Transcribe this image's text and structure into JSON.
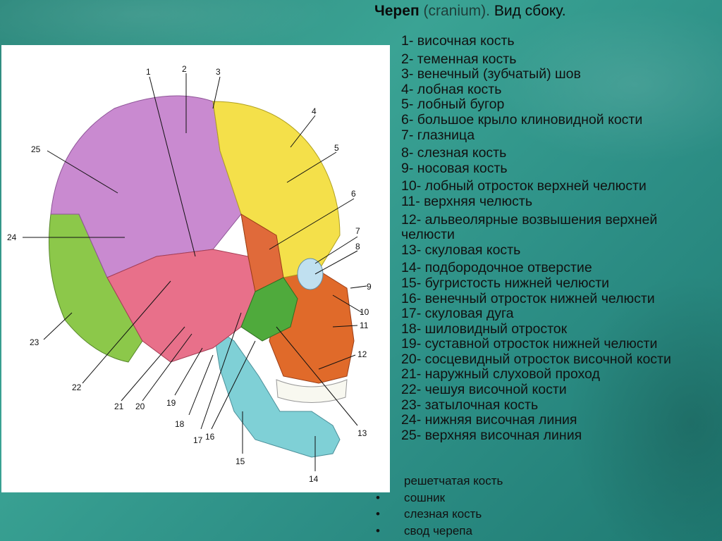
{
  "title": {
    "bold": "Череп",
    "latin": " (cranium).",
    "rest": " Вид сбоку."
  },
  "legend": [
    "1- височная кость",
    "2- теменная кость",
    "3- венечный (зубчатый) шов",
    "4- лобная кость",
    "5- лобный бугор",
    "6- большое крыло клиновидной кости",
    "7- глазница",
    "8- слезная кость",
    "9- носовая кость",
    "10- лобный отросток верхней челюсти",
    "11- верхняя челюсть",
    "12- альвеолярные возвышения верхней челюсти",
    "13- скуловая кость",
    "14- подбородочное отверстие",
    "15- бугристость нижней челюсти",
    "16- венечный отросток нижней челюсти",
    "17- скуловая дуга",
    "18- шиловидный отросток",
    "19- суставной отросток нижней челюсти",
    "20- сосцевидный отросток височной кости",
    "21- наружный слуховой проход",
    "22- чешуя височной кости",
    "23- затылочная кость",
    "24- нижняя височная линия",
    "25- верхняя височная линия"
  ],
  "extra_items": [
    {
      "bullet": "",
      "text": "решетчатая кость"
    },
    {
      "bullet": "•",
      "text": "сошник"
    },
    {
      "bullet": "•",
      "text": "слезная кость"
    },
    {
      "bullet": "•",
      "text": "свод черепа"
    }
  ],
  "figure": {
    "labels": [
      "1",
      "2",
      "3",
      "4",
      "5",
      "6",
      "7",
      "8",
      "9",
      "10",
      "11",
      "12",
      "13",
      "14",
      "15",
      "16",
      "17",
      "18",
      "19",
      "20",
      "21",
      "22",
      "23",
      "24",
      "25"
    ],
    "colors": {
      "parietal": "#c98ad0",
      "frontal": "#f4e04a",
      "temporal": "#e8708a",
      "occipital": "#8cc84a",
      "sphenoid": "#e06a3a",
      "zygomatic": "#4faa3c",
      "maxilla": "#e06a2a",
      "mandible": "#7fd0d6",
      "nasal": "#c0e0f0"
    }
  }
}
